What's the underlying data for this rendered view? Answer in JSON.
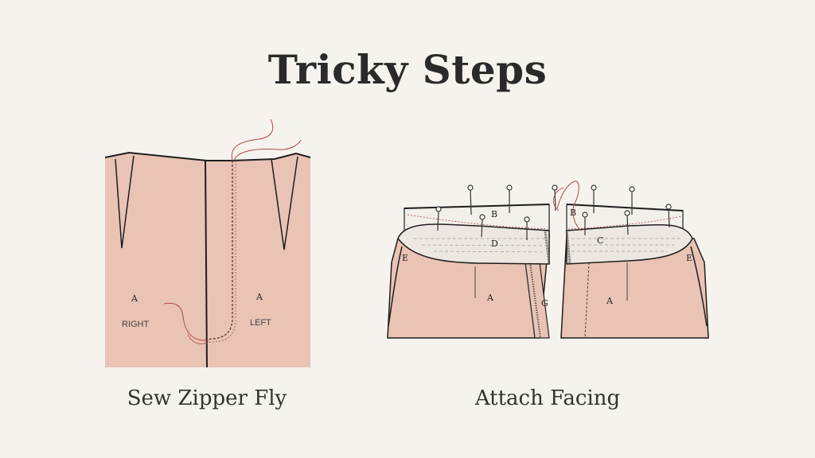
{
  "title": "Tricky Steps",
  "left": {
    "caption": "Sew Zipper Fly",
    "piece_label_right": "A",
    "piece_label_left": "A",
    "side_right": "RIGHT",
    "side_left": "LEFT"
  },
  "right": {
    "caption": "Attach Facing",
    "label_b_left": "B",
    "label_b_right": "B",
    "label_d": "D",
    "label_c": "C",
    "label_e_left": "E",
    "label_e_right": "E",
    "label_a_left": "A",
    "label_a_right": "A",
    "label_g": "G"
  },
  "colors": {
    "background": "#f6f2ed",
    "fabric": "#e9c3b4",
    "facing": "#f3efea",
    "thread": "#b04a4a",
    "line": "#1e1e1e"
  }
}
